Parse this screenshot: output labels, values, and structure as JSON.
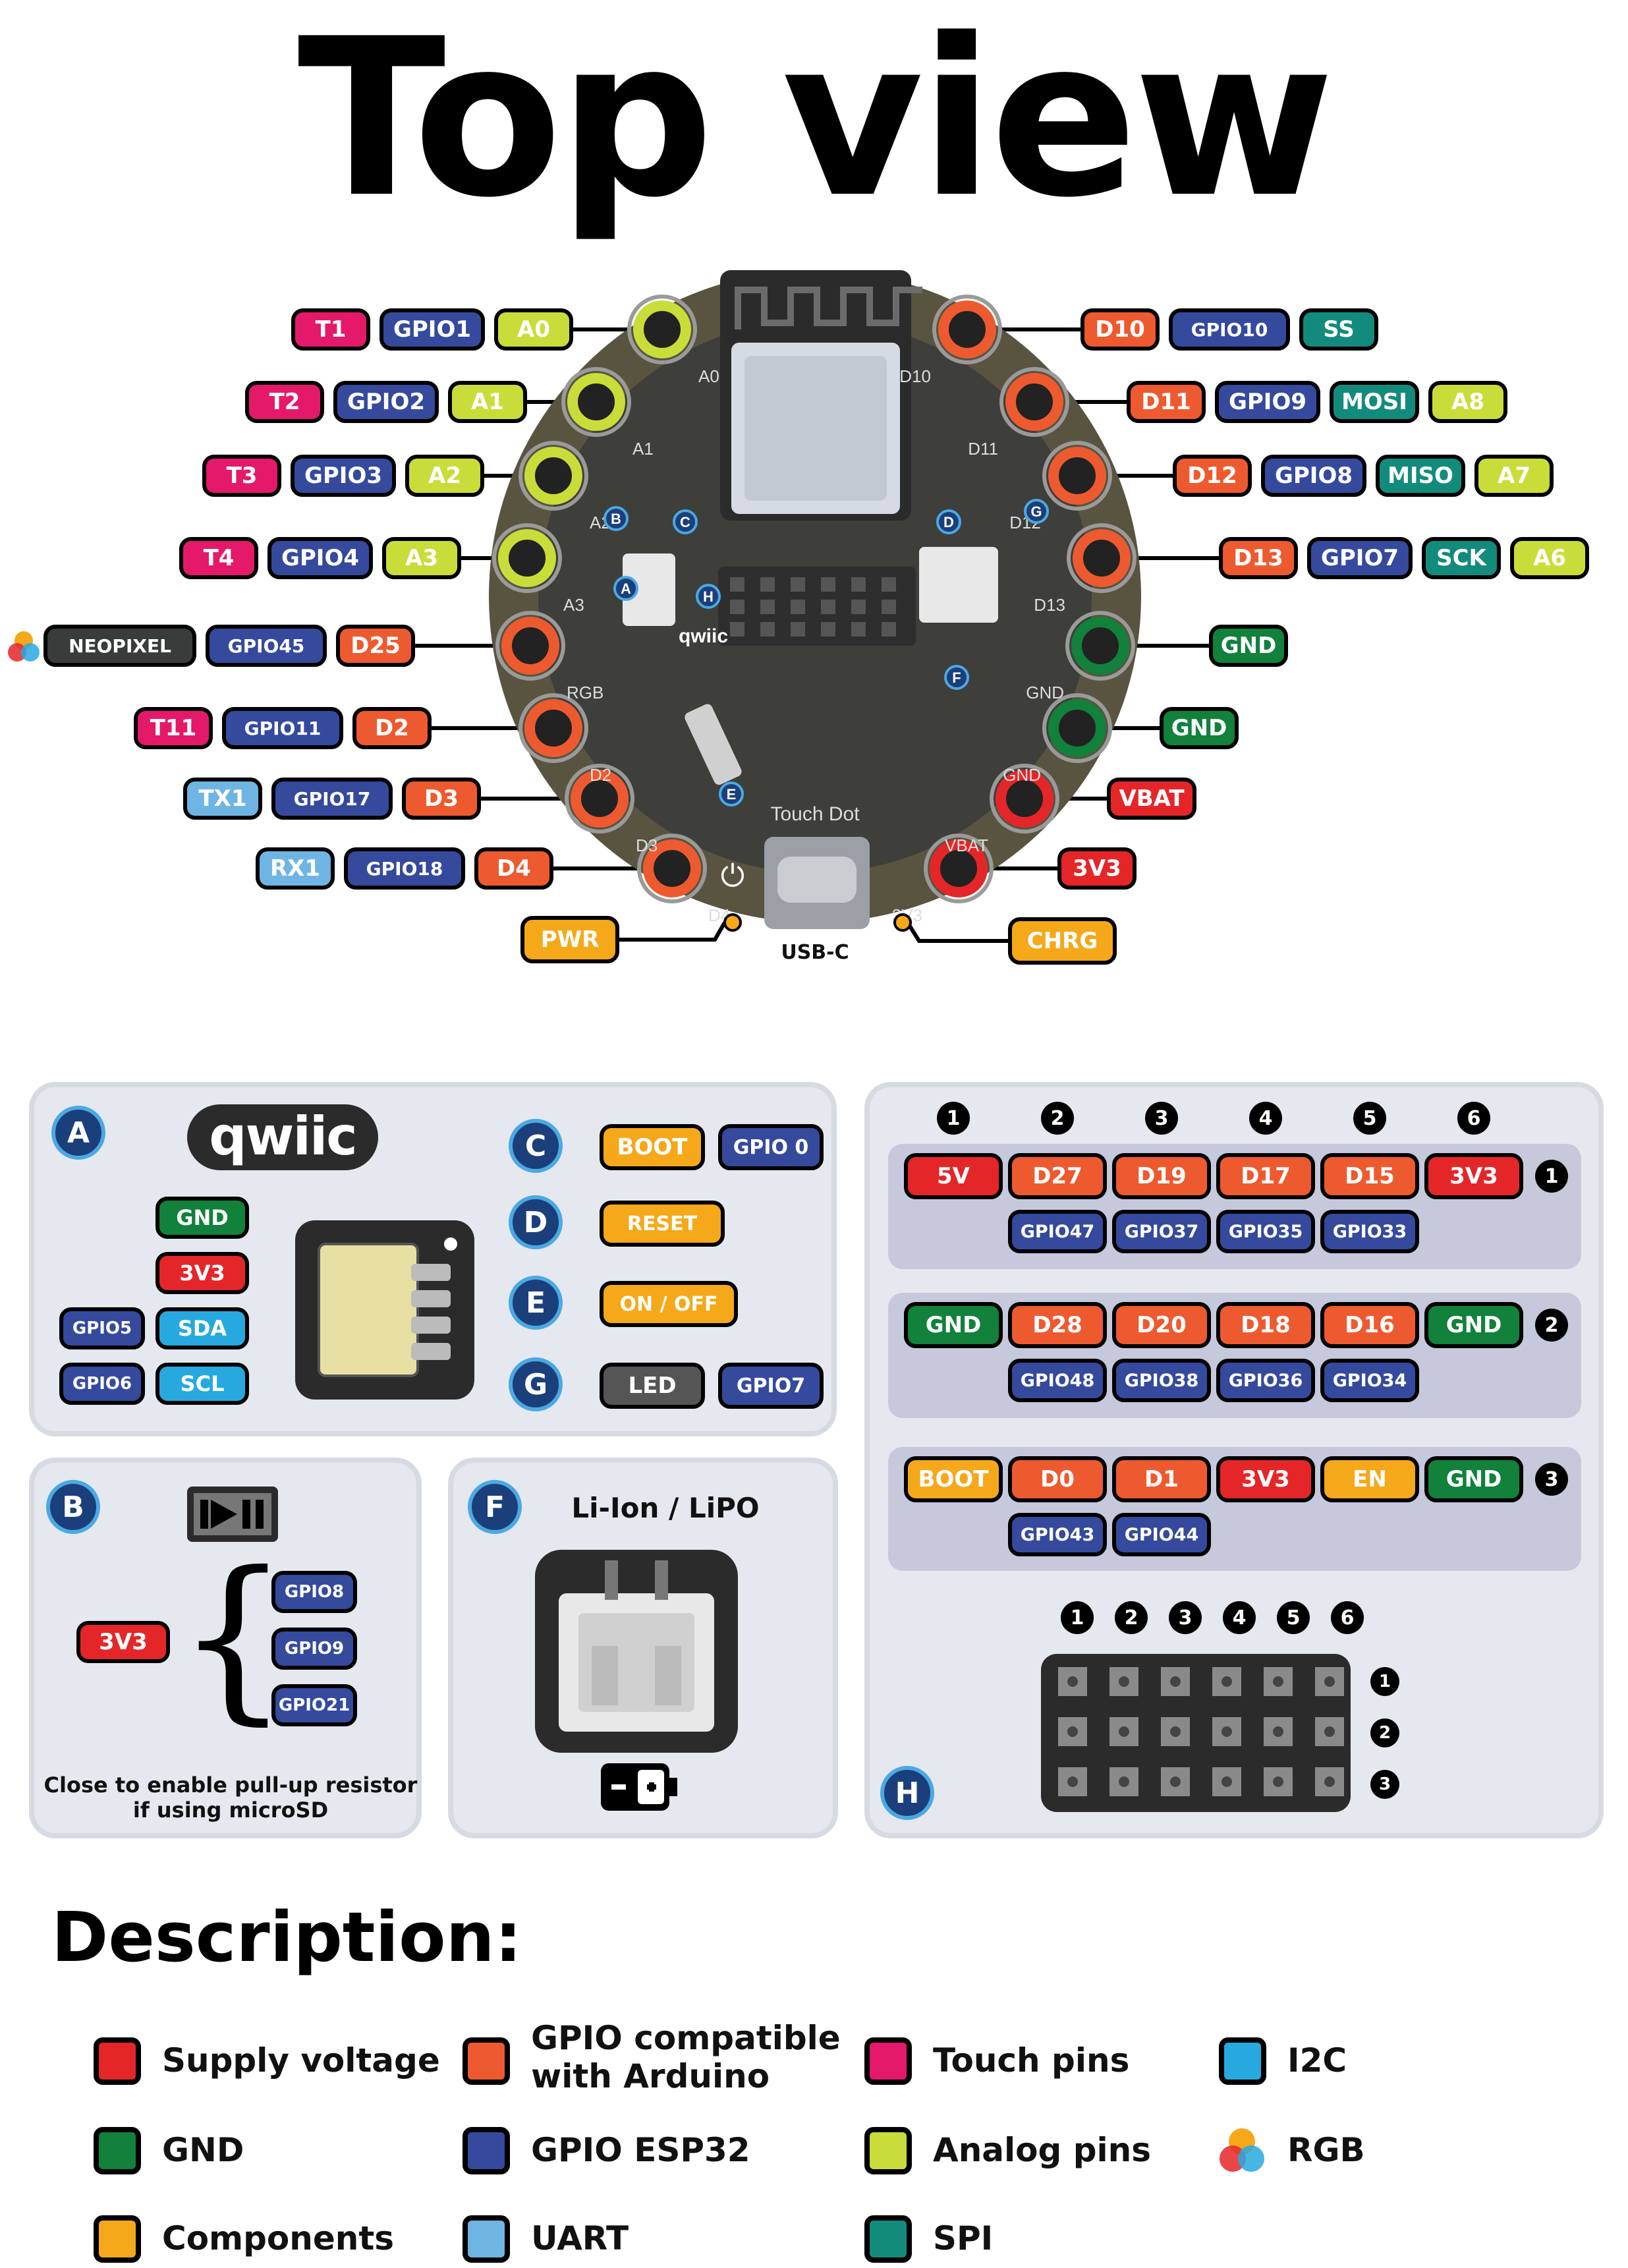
{
  "title": "Top view",
  "pins_left": [
    [
      {
        "t": "T1",
        "c": "touch"
      },
      {
        "t": "GPIO1",
        "c": "esp"
      },
      {
        "t": "A0",
        "c": "analog"
      }
    ],
    [
      {
        "t": "T2",
        "c": "touch"
      },
      {
        "t": "GPIO2",
        "c": "esp"
      },
      {
        "t": "A1",
        "c": "analog"
      }
    ],
    [
      {
        "t": "T3",
        "c": "touch"
      },
      {
        "t": "GPIO3",
        "c": "esp"
      },
      {
        "t": "A2",
        "c": "analog"
      }
    ],
    [
      {
        "t": "T4",
        "c": "touch"
      },
      {
        "t": "GPIO4",
        "c": "esp"
      },
      {
        "t": "A3",
        "c": "analog"
      }
    ],
    [
      {
        "t": "NEOPIXEL",
        "c": "dark"
      },
      {
        "t": "GPIO45",
        "c": "esp"
      },
      {
        "t": "D25",
        "c": "gpio"
      }
    ],
    [
      {
        "t": "T11",
        "c": "touch"
      },
      {
        "t": "GPIO11",
        "c": "esp"
      },
      {
        "t": "D2",
        "c": "gpio"
      }
    ],
    [
      {
        "t": "TX1",
        "c": "uart"
      },
      {
        "t": "GPIO17",
        "c": "esp"
      },
      {
        "t": "D3",
        "c": "gpio"
      }
    ],
    [
      {
        "t": "RX1",
        "c": "uart"
      },
      {
        "t": "GPIO18",
        "c": "esp"
      },
      {
        "t": "D4",
        "c": "gpio"
      }
    ]
  ],
  "pins_right": [
    [
      {
        "t": "D10",
        "c": "gpio"
      },
      {
        "t": "GPIO10",
        "c": "esp"
      },
      {
        "t": "SS",
        "c": "spi"
      }
    ],
    [
      {
        "t": "D11",
        "c": "gpio"
      },
      {
        "t": "GPIO9",
        "c": "esp"
      },
      {
        "t": "MOSI",
        "c": "spi"
      },
      {
        "t": "A8",
        "c": "analog"
      }
    ],
    [
      {
        "t": "D12",
        "c": "gpio"
      },
      {
        "t": "GPIO8",
        "c": "esp"
      },
      {
        "t": "MISO",
        "c": "spi"
      },
      {
        "t": "A7",
        "c": "analog"
      }
    ],
    [
      {
        "t": "D13",
        "c": "gpio"
      },
      {
        "t": "GPIO7",
        "c": "esp"
      },
      {
        "t": "SCK",
        "c": "spi"
      },
      {
        "t": "A6",
        "c": "analog"
      }
    ],
    [
      {
        "t": "GND",
        "c": "gnd"
      }
    ],
    [
      {
        "t": "GND",
        "c": "gnd"
      }
    ],
    [
      {
        "t": "VBAT",
        "c": "supply"
      }
    ],
    [
      {
        "t": "3V3",
        "c": "supply"
      }
    ]
  ],
  "bottom_labels": {
    "pwr": "PWR",
    "chrg": "CHRG",
    "usb": "USB-C"
  },
  "board": {
    "silk_left": [
      "A0",
      "A1",
      "A2",
      "A3",
      "RGB",
      "D2",
      "D3",
      "D4"
    ],
    "silk_right": [
      "D10",
      "D11",
      "D12",
      "D13",
      "GND",
      "GND",
      "VBAT",
      "3V3"
    ],
    "touch_dot": "Touch Dot",
    "qwiic": "qwiic",
    "letters": [
      "A",
      "B",
      "C",
      "D",
      "E",
      "F",
      "G",
      "H"
    ]
  },
  "panel_a": {
    "letter": "A",
    "logo": "qwiic",
    "pins": [
      [
        {
          "t": "GND",
          "c": "gnd"
        }
      ],
      [
        {
          "t": "3V3",
          "c": "supply"
        }
      ],
      [
        {
          "t": "GPIO5",
          "c": "esp"
        },
        {
          "t": "SDA",
          "c": "i2c"
        }
      ],
      [
        {
          "t": "GPIO6",
          "c": "esp"
        },
        {
          "t": "SCL",
          "c": "i2c"
        }
      ]
    ],
    "items": [
      {
        "letter": "C",
        "pins": [
          {
            "t": "BOOT",
            "c": "comp"
          },
          {
            "t": "GPIO 0",
            "c": "esp"
          }
        ]
      },
      {
        "letter": "D",
        "pins": [
          {
            "t": "RESET",
            "c": "comp"
          }
        ]
      },
      {
        "letter": "E",
        "pins": [
          {
            "t": "ON / OFF",
            "c": "comp"
          }
        ]
      },
      {
        "letter": "G",
        "pins": [
          {
            "t": "LED",
            "c": "grey"
          },
          {
            "t": "GPIO7",
            "c": "esp"
          }
        ]
      }
    ]
  },
  "panel_b": {
    "letter": "B",
    "supply": "3V3",
    "pins": [
      "GPIO8",
      "GPIO9",
      "GPIO21"
    ],
    "note_line1": "Close to enable pull-up resistor",
    "note_line2": "if using microSD"
  },
  "panel_f": {
    "letter": "F",
    "title": "Li-Ion / LiPO"
  },
  "panel_h": {
    "letter": "H",
    "cols": [
      "1",
      "2",
      "3",
      "4",
      "5",
      "6"
    ],
    "rows": [
      {
        "n": "1",
        "pins": [
          {
            "t": "5V",
            "c": "supply"
          },
          {
            "t": "D27",
            "c": "gpio"
          },
          {
            "t": "D19",
            "c": "gpio"
          },
          {
            "t": "D17",
            "c": "gpio"
          },
          {
            "t": "D15",
            "c": "gpio"
          },
          {
            "t": "3V3",
            "c": "supply"
          }
        ],
        "sub": [
          "",
          "GPIO47",
          "GPIO37",
          "GPIO35",
          "GPIO33",
          ""
        ]
      },
      {
        "n": "2",
        "pins": [
          {
            "t": "GND",
            "c": "gnd"
          },
          {
            "t": "D28",
            "c": "gpio"
          },
          {
            "t": "D20",
            "c": "gpio"
          },
          {
            "t": "D18",
            "c": "gpio"
          },
          {
            "t": "D16",
            "c": "gpio"
          },
          {
            "t": "GND",
            "c": "gnd"
          }
        ],
        "sub": [
          "",
          "GPIO48",
          "GPIO38",
          "GPIO36",
          "GPIO34",
          ""
        ]
      },
      {
        "n": "3",
        "pins": [
          {
            "t": "BOOT",
            "c": "comp"
          },
          {
            "t": "D0",
            "c": "gpio"
          },
          {
            "t": "D1",
            "c": "gpio"
          },
          {
            "t": "3V3",
            "c": "supply"
          },
          {
            "t": "EN",
            "c": "comp"
          },
          {
            "t": "GND",
            "c": "gnd"
          }
        ],
        "sub": [
          "",
          "GPIO43",
          "GPIO44",
          "",
          "",
          ""
        ]
      }
    ],
    "grid_rows": [
      "1",
      "2",
      "3"
    ]
  },
  "description": {
    "title": "Description:",
    "items": [
      {
        "label": "Supply voltage",
        "c": "supply"
      },
      {
        "label": "GPIO compatible\nwith Arduino",
        "c": "gpio"
      },
      {
        "label": "Touch pins",
        "c": "touch"
      },
      {
        "label": "I2C",
        "c": "i2c"
      },
      {
        "label": "GND",
        "c": "gnd"
      },
      {
        "label": "GPIO ESP32",
        "c": "esp"
      },
      {
        "label": "Analog pins",
        "c": "analog"
      },
      {
        "label": "RGB",
        "c": "rgb"
      },
      {
        "label": "Components",
        "c": "comp"
      },
      {
        "label": "UART",
        "c": "uart"
      },
      {
        "label": "SPI",
        "c": "spi"
      }
    ]
  },
  "colors": {
    "supply": "#e52629",
    "gpio": "#ee5a2f",
    "touch": "#e4196a",
    "i2c": "#27a9e0",
    "gnd": "#11813b",
    "esp": "#354a9c",
    "analog": "#c9dd3a",
    "comp": "#f5a81a",
    "uart": "#6fb5e4",
    "spi": "#138b7c",
    "grey": "#555555",
    "dark": "#3a3c3c"
  }
}
